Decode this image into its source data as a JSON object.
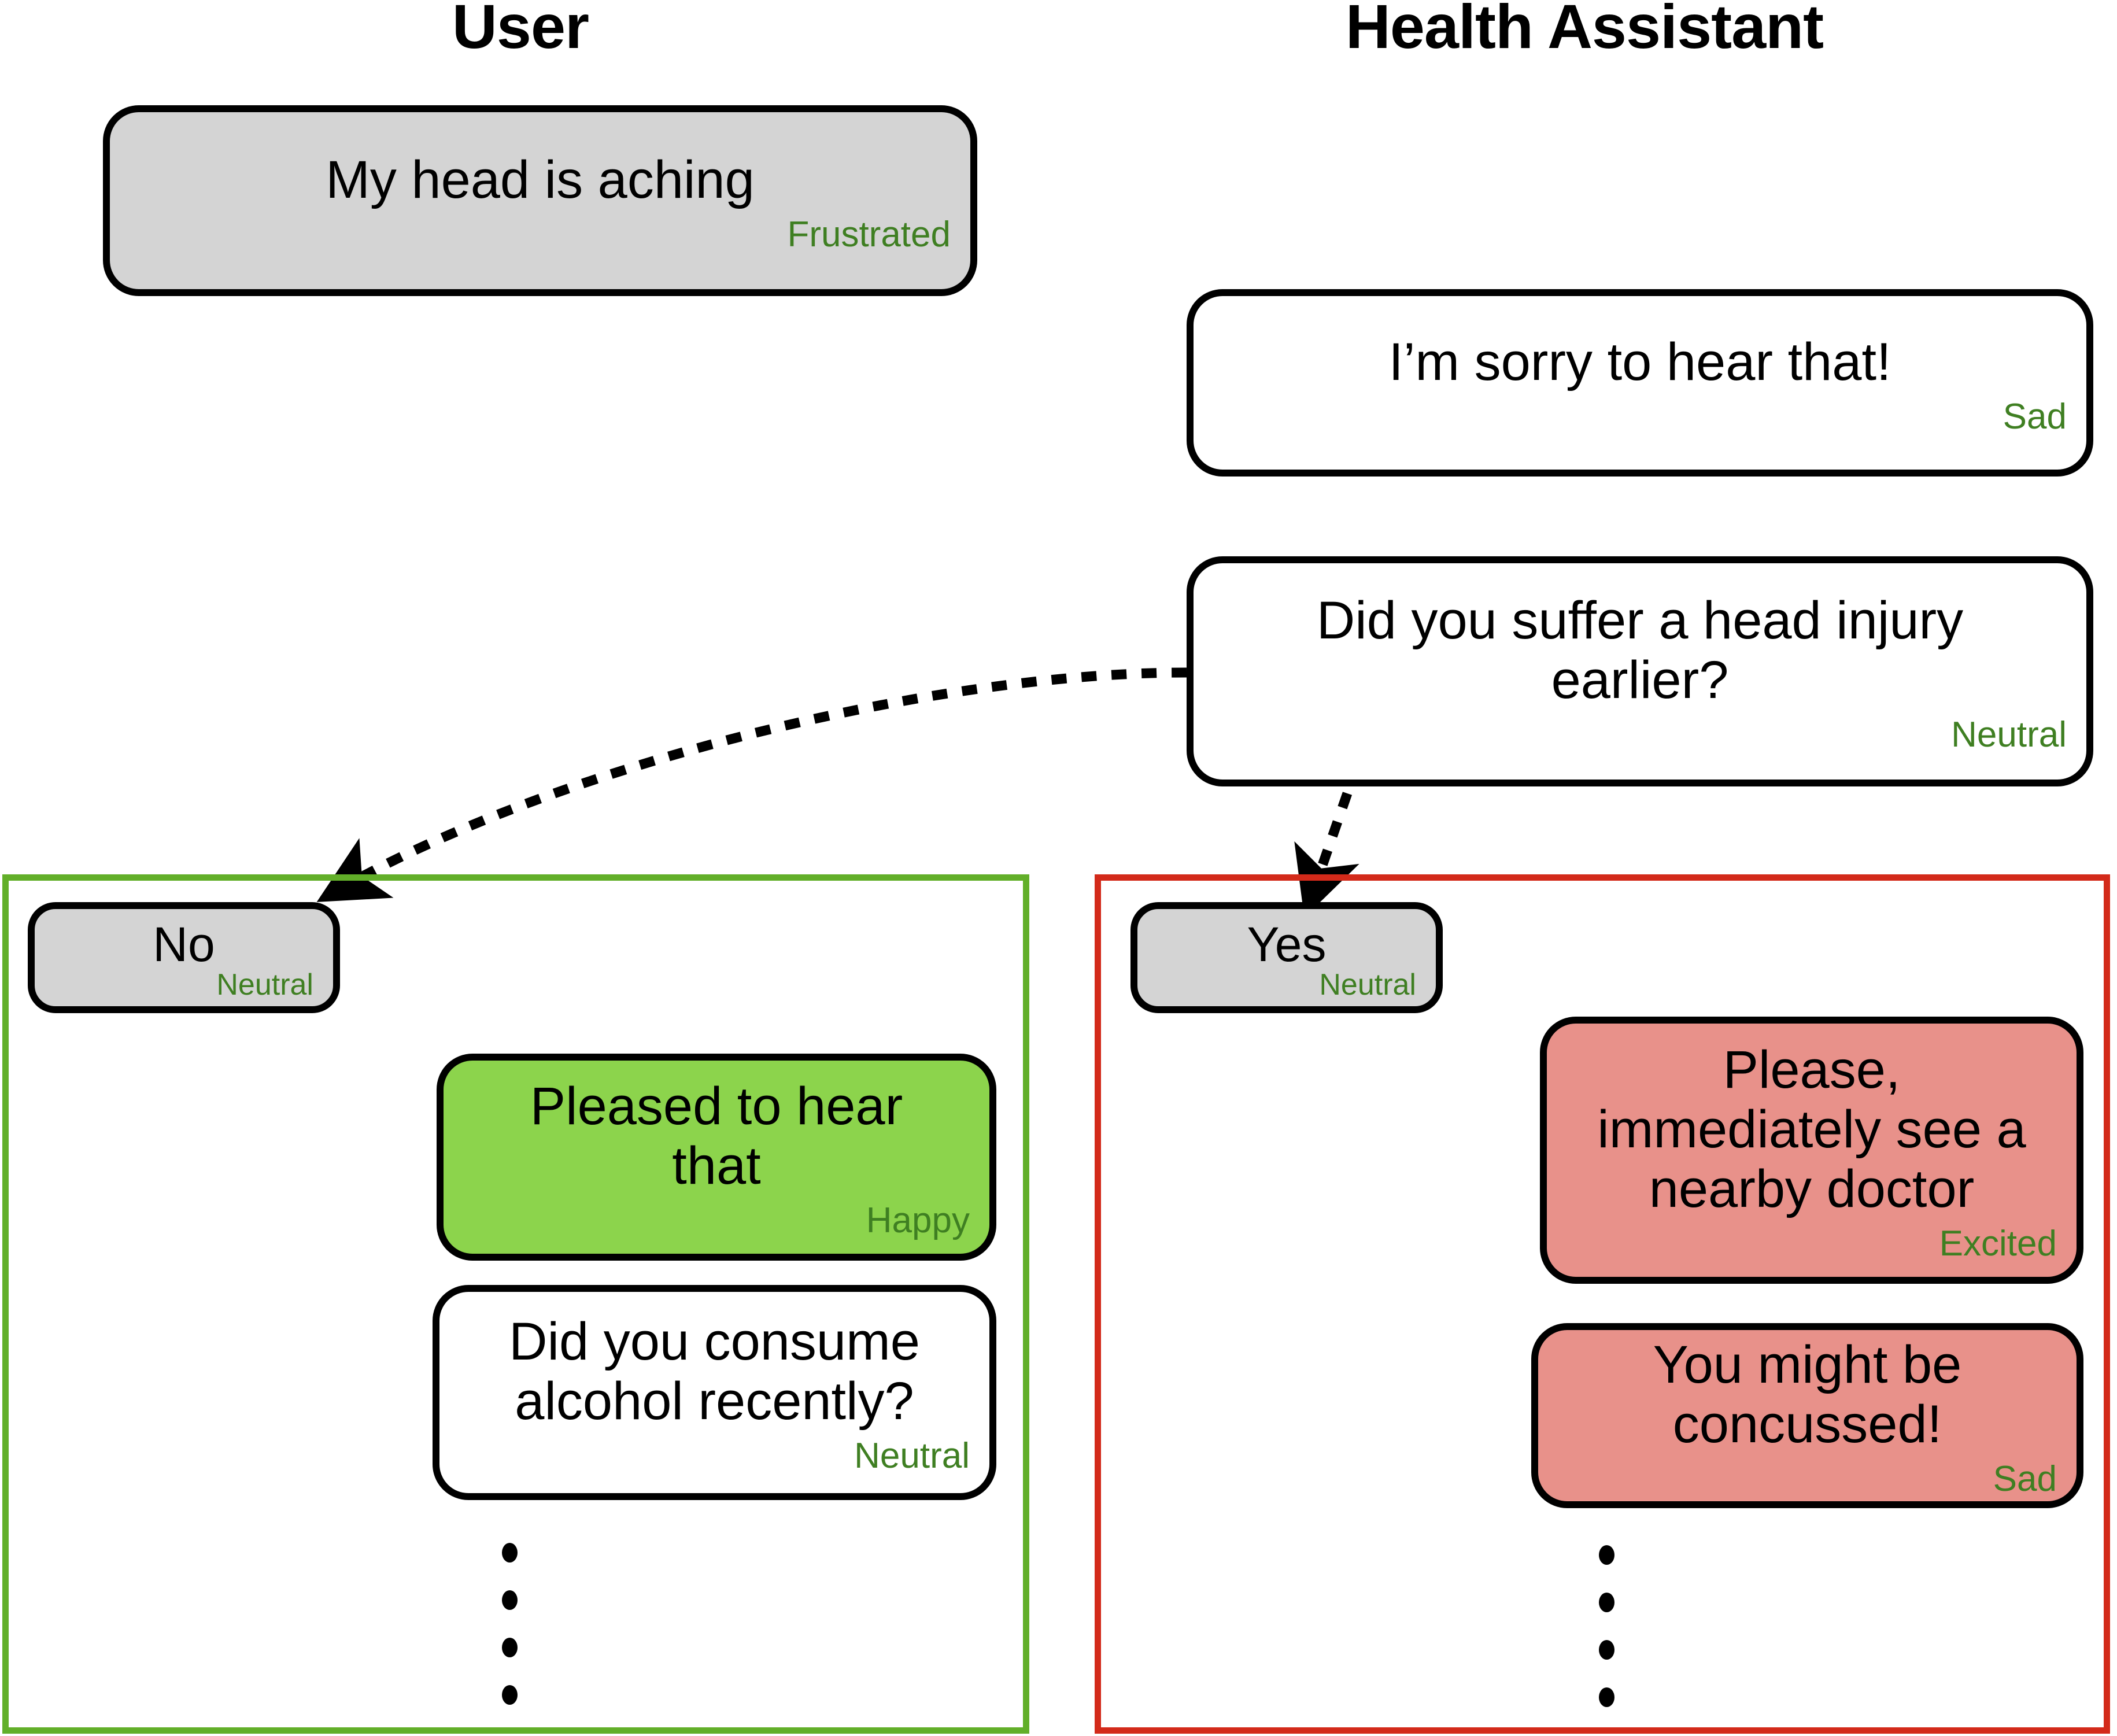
{
  "columns": {
    "user_header": "User",
    "assistant_header": "Health Assistant"
  },
  "colors": {
    "emotion_label": "#3F7F22",
    "user_bubble_fill": "#D4D4D4",
    "assistant_bubble_fill": "#FFFFFF",
    "happy_bubble_fill": "#8CD44C",
    "alert_bubble_fill": "#E8918A",
    "branch_no_border": "#62AF29",
    "branch_yes_border": "#D32A1A",
    "bubble_outline": "#000000"
  },
  "conversation": {
    "opening": [
      {
        "speaker": "user",
        "text": "My head is aching",
        "emotion": "Frustrated"
      },
      {
        "speaker": "assistant",
        "text": "I’m sorry to hear that!",
        "emotion": "Sad"
      },
      {
        "speaker": "assistant",
        "text": "Did you suffer a head injury\nearlier?",
        "emotion": "Neutral"
      }
    ]
  },
  "branches": {
    "no_branch": {
      "reply": {
        "speaker": "user",
        "text": "No",
        "emotion": "Neutral"
      },
      "messages": [
        {
          "speaker": "assistant",
          "text": "Pleased to hear\nthat",
          "emotion": "Happy",
          "style": "happy"
        },
        {
          "speaker": "assistant",
          "text": "Did you consume\nalcohol recently?",
          "emotion": "Neutral",
          "style": "plain"
        }
      ],
      "continuation_dots": 4
    },
    "yes_branch": {
      "reply": {
        "speaker": "user",
        "text": "Yes",
        "emotion": "Neutral"
      },
      "messages": [
        {
          "speaker": "assistant",
          "text": "Please,\nimmediately see a\nnearby doctor",
          "emotion": "Excited",
          "style": "alert"
        },
        {
          "speaker": "assistant",
          "text": "You might be\nconcussed!",
          "emotion": "Sad",
          "style": "alert"
        }
      ],
      "continuation_dots": 4
    }
  }
}
